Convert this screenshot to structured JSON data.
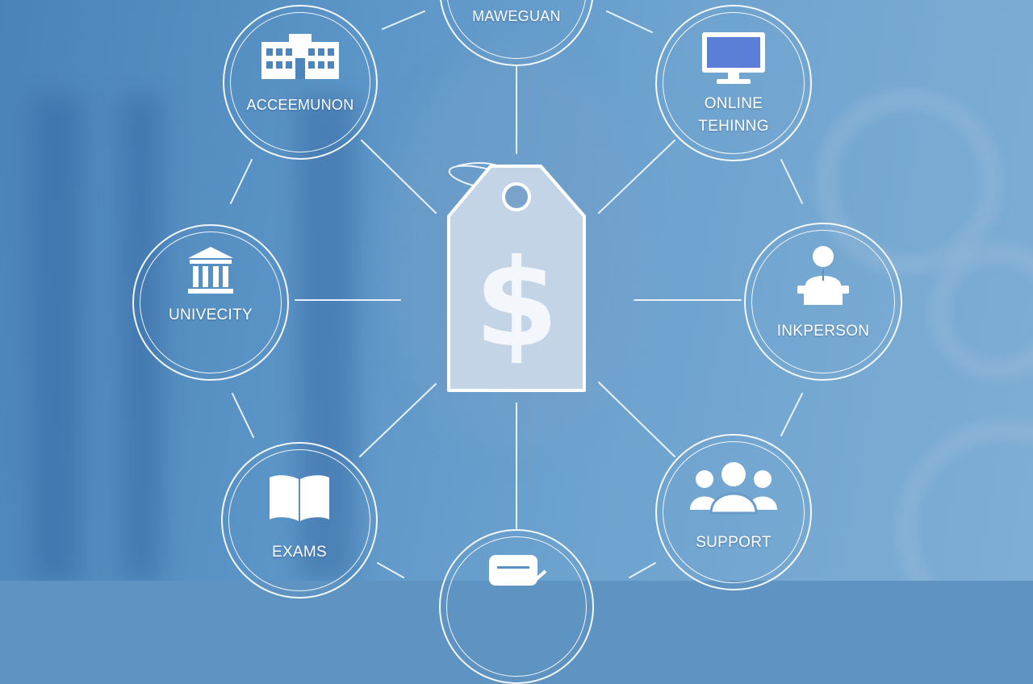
{
  "center": {
    "symbol": "$",
    "icon": "price-tag-icon"
  },
  "nodes": [
    {
      "id": "top",
      "label": "MAWEGUAN",
      "icon": "none"
    },
    {
      "id": "accreditation",
      "label": "ACCEEMUNON",
      "icon": "building-icon"
    },
    {
      "id": "online",
      "label_line1": "ONLINE",
      "label_line2": "TEHINNG",
      "icon": "monitor-icon"
    },
    {
      "id": "university",
      "label": "UNIVECITY",
      "icon": "university-icon"
    },
    {
      "id": "inperson",
      "label": "INKPERSON",
      "icon": "presenter-icon"
    },
    {
      "id": "exams",
      "label": "EXAMS",
      "icon": "book-icon"
    },
    {
      "id": "support",
      "label": "SUPPORT",
      "icon": "people-icon"
    },
    {
      "id": "bottom",
      "label": "",
      "icon": "document-icon"
    }
  ],
  "colors": {
    "line": "#e8f1fa",
    "background": "#5f93c2",
    "tag_fill": "#c3d4e6"
  }
}
